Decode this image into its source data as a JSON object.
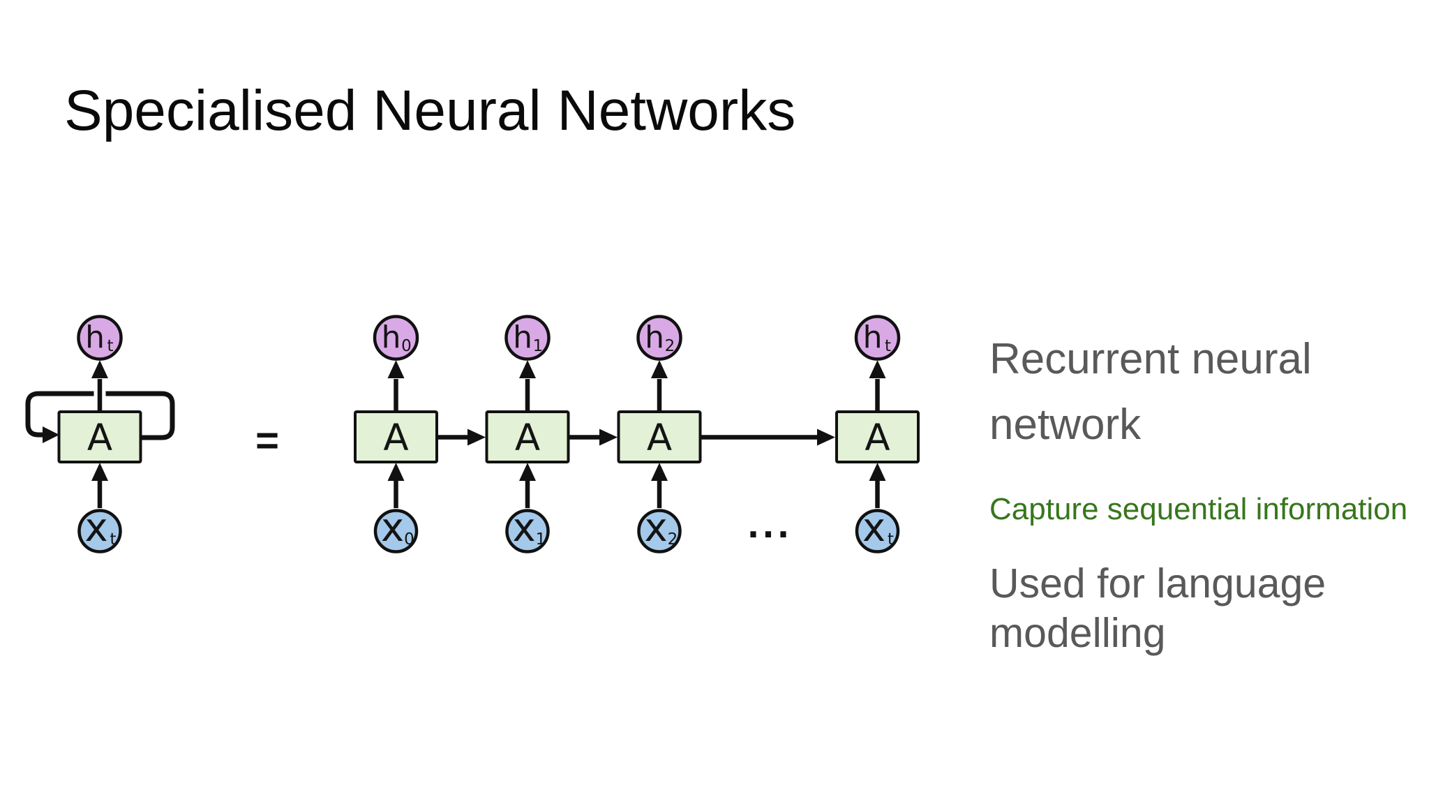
{
  "slide": {
    "title": "Specialised Neural Networks"
  },
  "notes": {
    "heading": "Recurrent neural network",
    "highlight": "Capture sequential information",
    "body": "Used for language modelling",
    "heading_color": "#595959",
    "highlight_color": "#38761d",
    "body_color": "#595959"
  },
  "diagram": {
    "equals": "=",
    "ellipsis": "...",
    "cell_label": "A",
    "output_base": "h",
    "input_base": "x",
    "folded": {
      "output_sub": "t",
      "input_sub": "t"
    },
    "unrolled": [
      {
        "output_sub": "0",
        "input_sub": "0"
      },
      {
        "output_sub": "1",
        "input_sub": "1"
      },
      {
        "output_sub": "2",
        "input_sub": "2"
      },
      {
        "output_sub": "t",
        "input_sub": "t"
      }
    ],
    "colors": {
      "cell_fill": "#e3f1d6",
      "output_fill": "#d9a9e6",
      "input_fill": "#a4c9ea",
      "line": "#111111",
      "background": "#ffffff"
    }
  }
}
